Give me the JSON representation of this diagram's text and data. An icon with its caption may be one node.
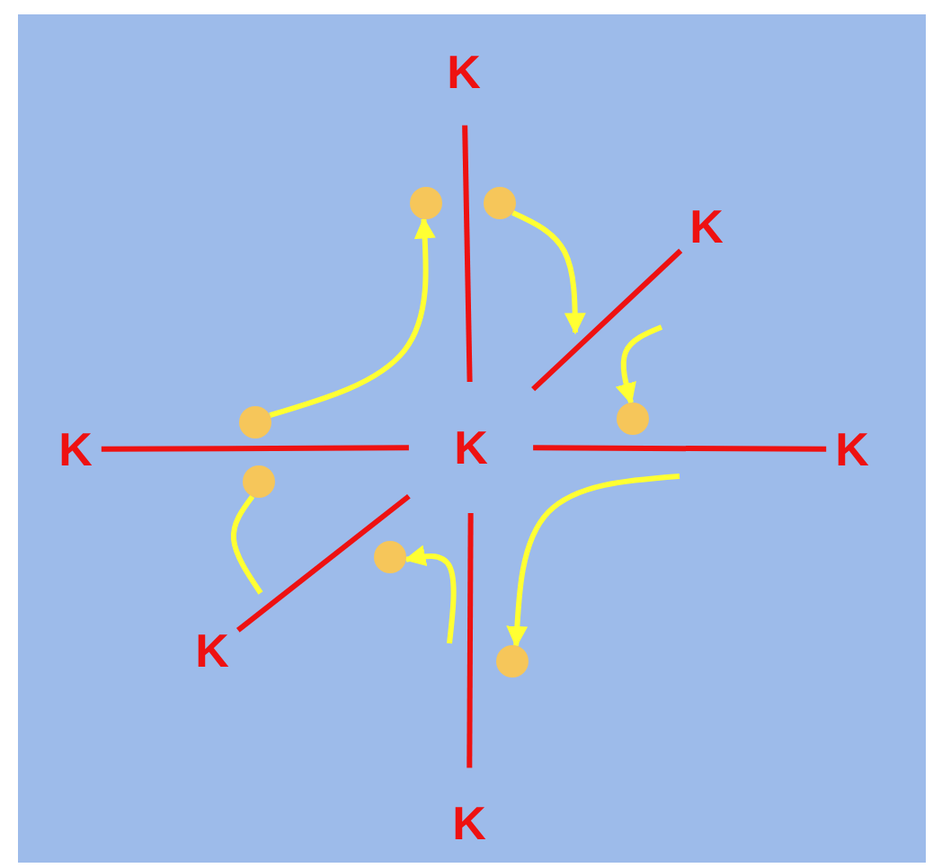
{
  "diagram": {
    "nodes": [
      {
        "text": [
          "K"
        ]
      },
      {
        "text": [],
        "shape": "circle"
      },
      {
        "text": [],
        "shape": "circle"
      },
      {
        "text": [
          "K"
        ]
      },
      {
        "text": [
          "K"
        ]
      },
      {
        "text": [],
        "shape": "circle"
      },
      {
        "text": [
          "K"
        ]
      },
      {
        "text": [],
        "shape": "circle"
      },
      {
        "text": [
          "K"
        ]
      },
      {
        "text": [],
        "shape": "circle"
      },
      {
        "text": [],
        "shape": "circle"
      },
      {
        "text": [
          "K"
        ]
      },
      {
        "text": [],
        "shape": "circle"
      },
      {
        "text": [
          "K"
        ]
      }
    ],
    "edges": [
      {
        "from": 6,
        "to": 0,
        "arrow": "none"
      },
      {
        "from": 6,
        "to": 3,
        "arrow": "none"
      },
      {
        "from": 6,
        "to": 4,
        "arrow": "none"
      },
      {
        "from": 6,
        "to": 8,
        "arrow": "none"
      },
      {
        "from": 6,
        "to": 11,
        "arrow": "none"
      },
      {
        "from": 6,
        "to": 13,
        "arrow": "none"
      },
      {
        "from": 5,
        "to": 1,
        "arrow": "to",
        "color": "#ffff33"
      },
      {
        "from": 2,
        "to": null,
        "arrow": "to",
        "color": "#ffff33"
      },
      {
        "from": null,
        "to": 7,
        "arrow": "to",
        "color": "#ffff33"
      },
      {
        "from": null,
        "to": 12,
        "arrow": "to",
        "color": "#ffff33"
      },
      {
        "from": null,
        "to": 9,
        "arrow": "none",
        "color": "#ffff33"
      },
      {
        "from": null,
        "to": 10,
        "arrow": "to",
        "color": "#ffff33"
      }
    ]
  }
}
